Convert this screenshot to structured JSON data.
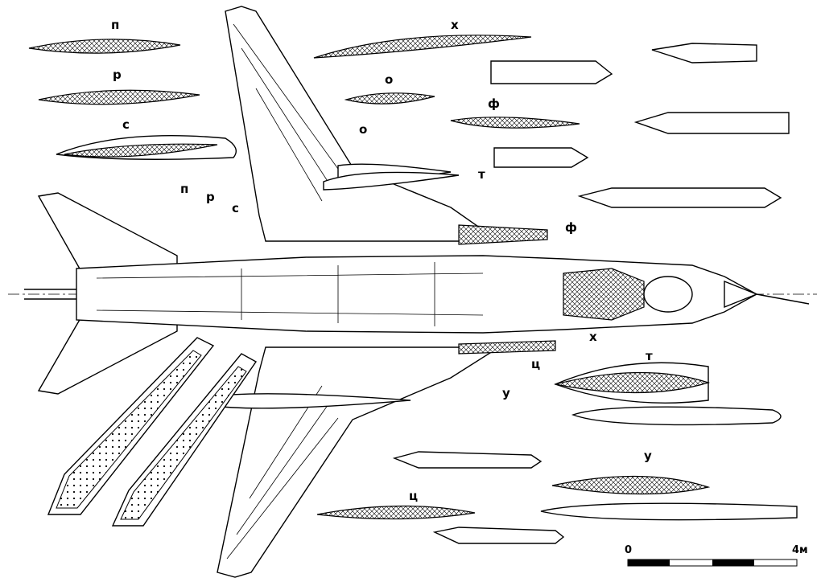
{
  "labels": {
    "p": "п",
    "r": "р",
    "s": "с",
    "t": "т",
    "u": "у",
    "f": "ф",
    "kh": "х",
    "o": "о",
    "ts": "ц"
  },
  "scale": {
    "start": "0",
    "end": "4м"
  },
  "colors": {
    "ink": "#000000",
    "paper": "#ffffff"
  }
}
